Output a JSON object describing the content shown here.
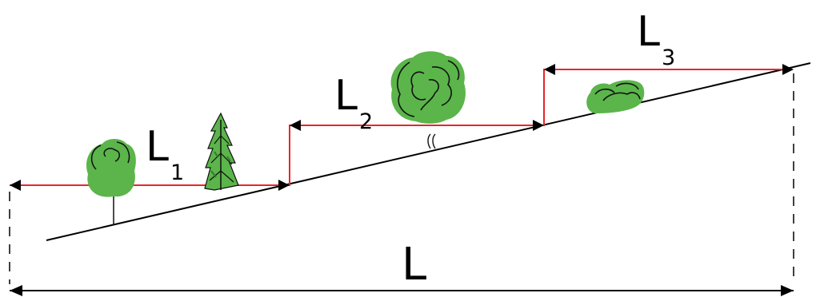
{
  "labels": {
    "L1": {
      "main": "L",
      "sub": "1"
    },
    "L2": {
      "main": "L",
      "sub": "2"
    },
    "L3": {
      "main": "L",
      "sub": "3"
    },
    "total": {
      "main": "L"
    }
  },
  "colors": {
    "slope_line": "#000000",
    "step_lines": "#e8262a",
    "foliage_light": "#5bb54a",
    "foliage_dark": "#2f7d2e",
    "outline": "#111111",
    "dashes": "#000000"
  },
  "icons": [
    "round-tree-icon",
    "conifer-tree-icon",
    "large-shrub-icon",
    "small-shrub-icon"
  ]
}
